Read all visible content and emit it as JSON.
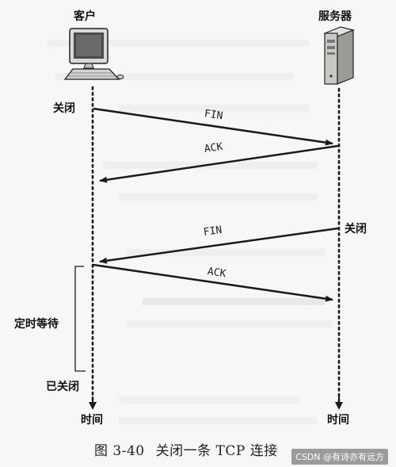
{
  "client": {
    "label": "客户",
    "icon": "desktop-computer-icon",
    "events": {
      "close": "关闭",
      "timed_wait": "定时等待",
      "closed": "已关闭"
    },
    "time_label": "时间"
  },
  "server": {
    "label": "服务器",
    "icon": "server-tower-icon",
    "events": {
      "close": "关闭"
    },
    "time_label": "时间"
  },
  "messages": [
    {
      "label": "FIN",
      "from": "client",
      "to": "server"
    },
    {
      "label": "ACK",
      "from": "server",
      "to": "client"
    },
    {
      "label": "FIN",
      "from": "server",
      "to": "client"
    },
    {
      "label": "ACK",
      "from": "client",
      "to": "server"
    }
  ],
  "caption": {
    "number": "图 3-40",
    "title": "关闭一条 TCP 连接"
  },
  "watermark": "CSDN @有诗亦有远方",
  "colors": {
    "line": "#1a1a1a",
    "background": "#f7f7f5"
  }
}
